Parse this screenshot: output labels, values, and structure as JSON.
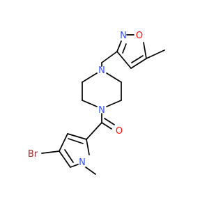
{
  "molecule": {
    "atoms": {
      "isoxazole_n": {
        "label": "N",
        "color": "#3050F8"
      },
      "isoxazole_o": {
        "label": "O",
        "color": "#FF0D0D"
      },
      "piperazine_n_top": {
        "label": "N",
        "color": "#3050F8"
      },
      "piperazine_n_bottom": {
        "label": "N",
        "color": "#3050F8"
      },
      "carbonyl_o": {
        "label": "O",
        "color": "#FF0D0D"
      },
      "bromine": {
        "label": "Br",
        "color": "#A62929"
      },
      "pyrrole_n": {
        "label": "N",
        "color": "#3050F8"
      }
    }
  }
}
